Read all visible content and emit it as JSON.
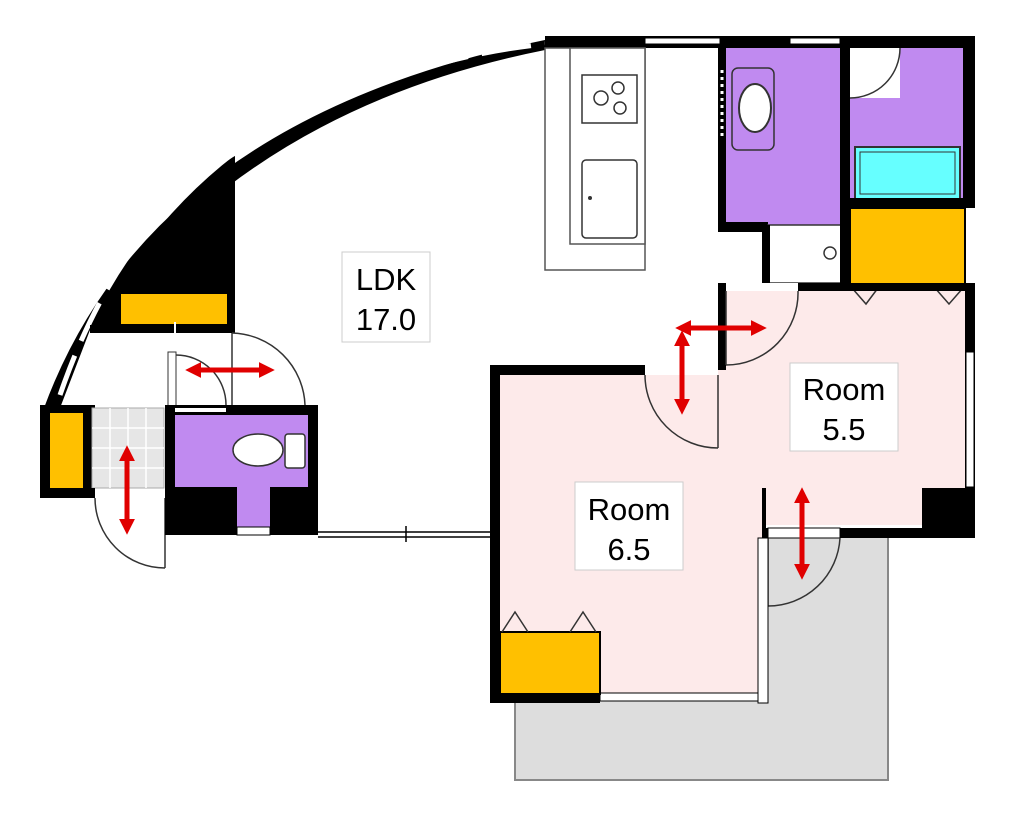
{
  "rooms": {
    "ldk": {
      "name": "LDK",
      "size": "17.0"
    },
    "room_west": {
      "name": "Room",
      "size": "6.5"
    },
    "room_east": {
      "name": "Room",
      "size": "5.5"
    }
  },
  "colors": {
    "wall": "#000000",
    "bedroom_floor": "#fdeaea",
    "wet_area": "#c08af0",
    "storage": "#ffc000",
    "bathtub": "#66ffff",
    "balcony": "#dddddd",
    "entrance_tile": "#e6e6e6",
    "door_arrow": "#e00000"
  }
}
